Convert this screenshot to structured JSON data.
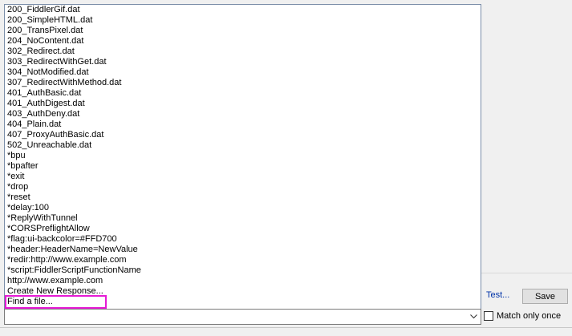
{
  "dropdown": {
    "items": [
      "200_FiddlerGif.dat",
      "200_SimpleHTML.dat",
      "200_TransPixel.dat",
      "204_NoContent.dat",
      "302_Redirect.dat",
      "303_RedirectWithGet.dat",
      "304_NotModified.dat",
      "307_RedirectWithMethod.dat",
      "401_AuthBasic.dat",
      "401_AuthDigest.dat",
      "403_AuthDeny.dat",
      "404_Plain.dat",
      "407_ProxyAuthBasic.dat",
      "502_Unreachable.dat",
      "*bpu",
      "*bpafter",
      "*exit",
      "*drop",
      "*reset",
      "*delay:100",
      "*ReplyWithTunnel",
      "*CORSPreflightAllow",
      "*flag:ui-backcolor=#FFD700",
      "*header:HeaderName=NewValue",
      "*redir:http://www.example.com",
      "*script:FiddlerScriptFunctionName",
      "http://www.example.com",
      "Create New Response...",
      "Find a file..."
    ],
    "highlight_color": "#e61ad5"
  },
  "combo": {
    "value": "",
    "arrow_icon": "chevron-down-icon"
  },
  "actions": {
    "test_label": "Test...",
    "save_label": "Save",
    "match_only_once_label": "Match only once",
    "match_only_once_checked": false
  }
}
